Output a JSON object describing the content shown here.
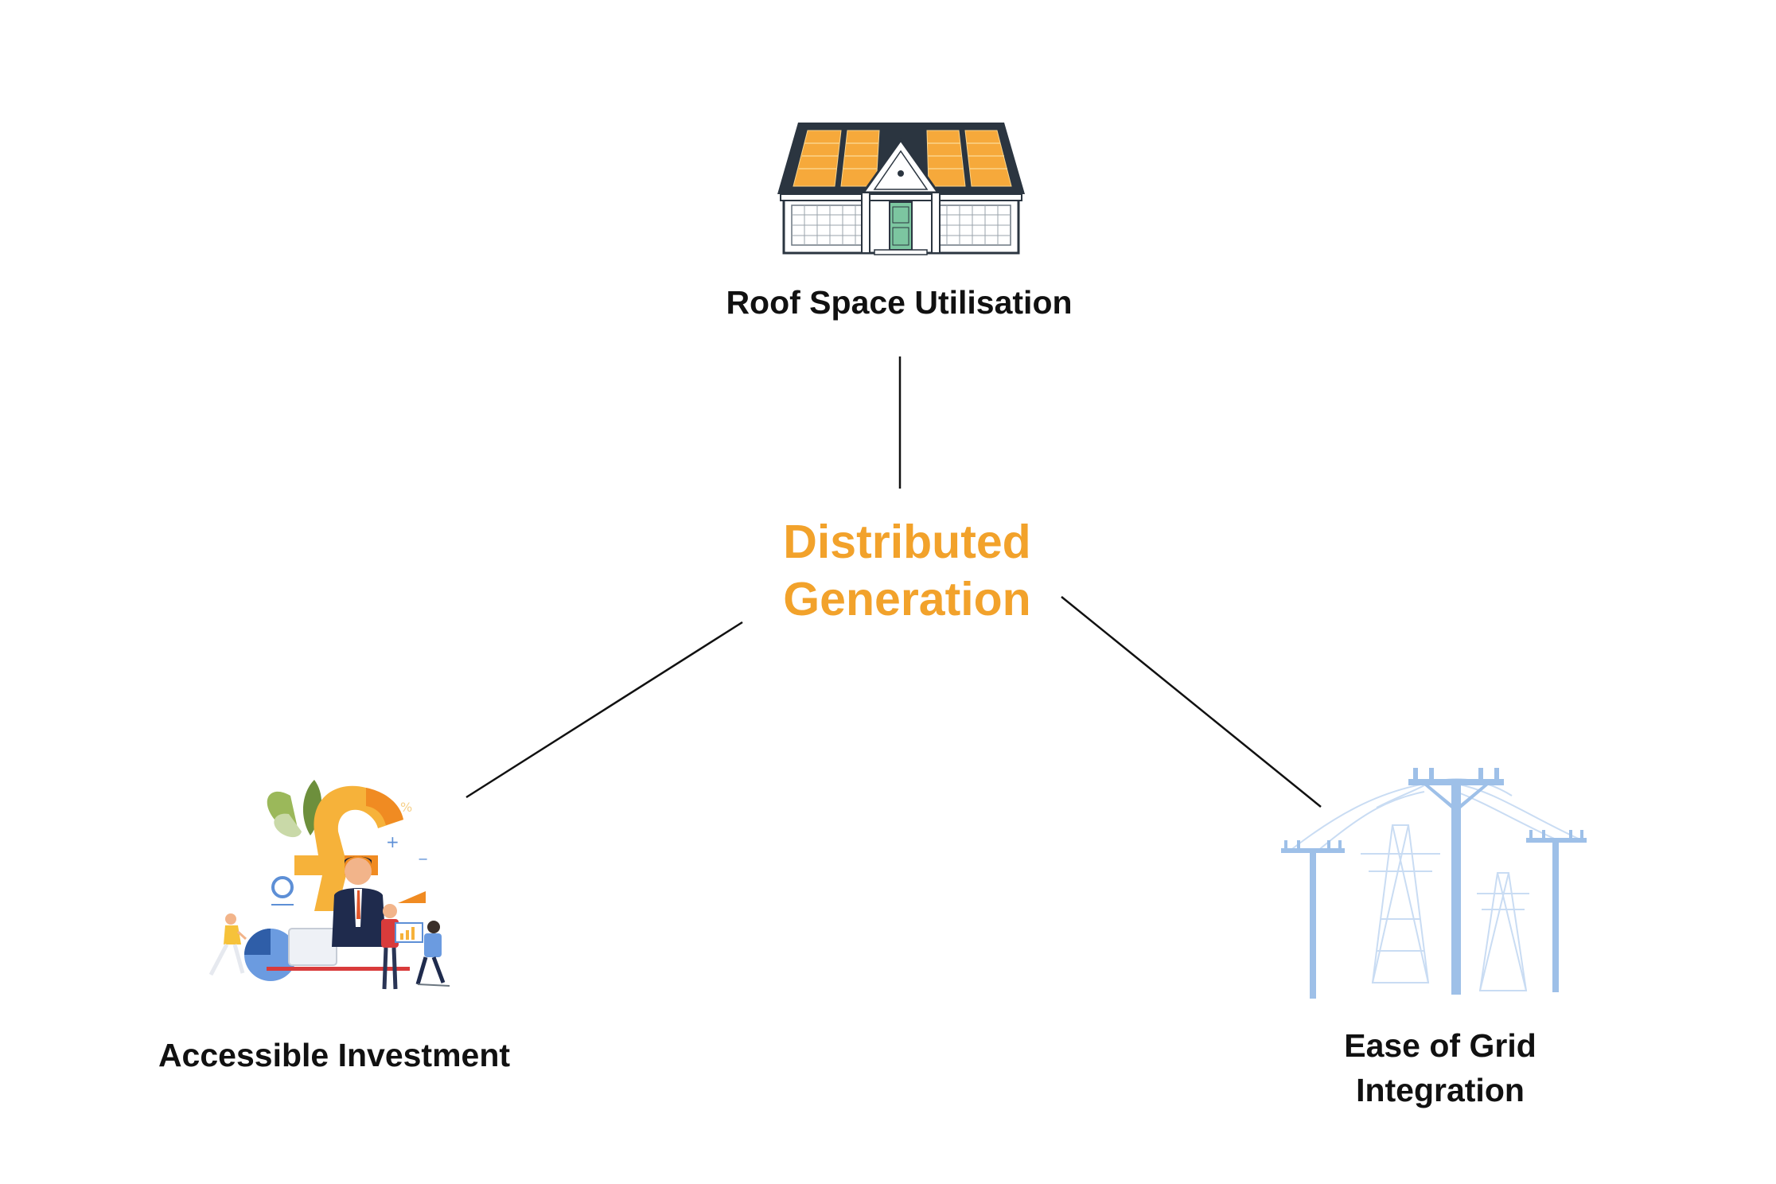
{
  "diagram": {
    "center": {
      "line1": "Distributed",
      "line2": "Generation"
    },
    "nodes": {
      "top": {
        "label": "Roof Space Utilisation",
        "icon": "solar-house-icon"
      },
      "left": {
        "label": "Accessible Investment",
        "icon": "investment-illustration-icon"
      },
      "right": {
        "line1": "Ease of Grid",
        "line2": "Integration",
        "icon": "power-lines-icon"
      }
    }
  },
  "colors": {
    "accent": "#f2a22b",
    "text": "#111111",
    "connector": "#111111",
    "grid_icon": "#9ec0e8"
  }
}
